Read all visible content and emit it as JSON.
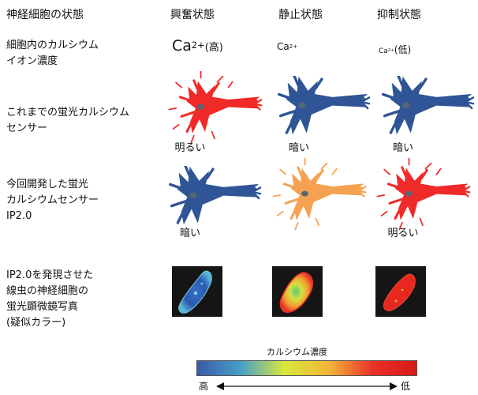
{
  "header": {
    "title": "神経細胞の状態",
    "col_excited": "興奮状態",
    "col_rest": "静止状態",
    "col_inhibit": "抑制状態"
  },
  "rows": {
    "calcium": {
      "line1": "細胞内のカルシウム",
      "line2": "イオン濃度"
    },
    "previous_sensor": {
      "line1": "これまでの蛍光カルシウム",
      "line2": "センサー"
    },
    "ip20": {
      "line1": "今回開発した蛍光",
      "line2": "カルシウムセンサー",
      "line3": "IP2.0"
    },
    "microscopy": {
      "line1": "IP2.0を発現させた",
      "line2": "線虫の神経細胞の",
      "line3": "蛍光顕微鏡写真",
      "line4": "(疑似カラー)"
    }
  },
  "calcium": {
    "symbol": "Ca",
    "charge": "2+",
    "high_note": "(高)",
    "low_note": "(低)"
  },
  "states": {
    "previous": [
      "明るい",
      "暗い",
      "暗い"
    ],
    "ip20": [
      "暗い",
      "",
      "明るい"
    ]
  },
  "colorbar": {
    "title": "カルシウム濃度",
    "left_label": "高",
    "right_label": "低",
    "gradient": [
      "#3a5aa8",
      "#48a0c8",
      "#d8e83a",
      "#f2b63a",
      "#e83228",
      "#d81818"
    ]
  },
  "colors": {
    "red": "#f02a28",
    "blue": "#2f5597",
    "orange": "#f4a252",
    "nucleus": "#556677"
  }
}
